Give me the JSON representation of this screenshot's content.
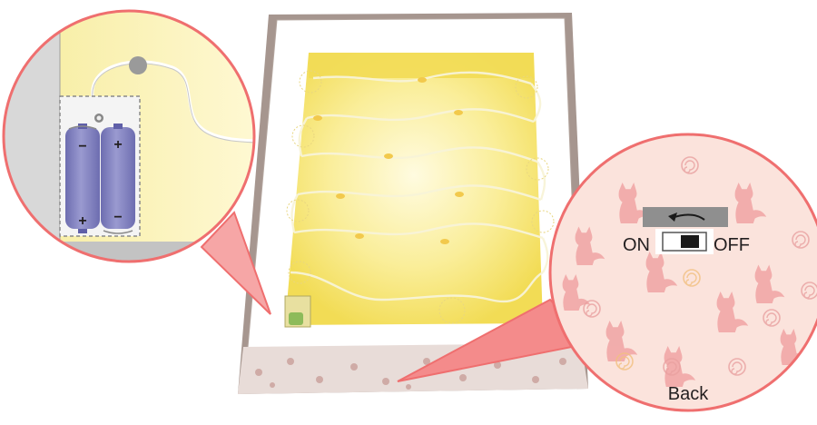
{
  "switch": {
    "on_label": "ON",
    "off_label": "OFF"
  },
  "back_label": "Back",
  "battery": {
    "left_top_polarity": "−",
    "left_bottom_polarity": "+",
    "right_top_polarity": "+",
    "right_bottom_polarity": "−"
  },
  "colors": {
    "callout_border": "#ef6f6f",
    "light_panel": "#f7e66b",
    "battery": "#7f7fbf",
    "pattern_bg": "#fbe3dc",
    "fox": "#f0a4a4",
    "rose": "#e9a0a0"
  }
}
